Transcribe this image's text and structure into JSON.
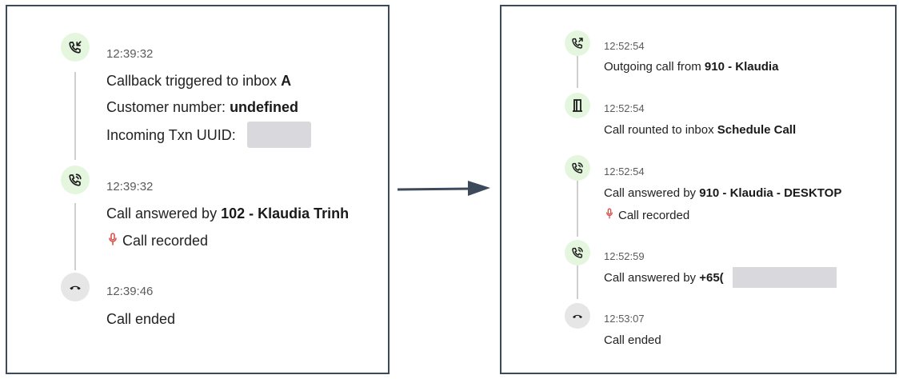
{
  "left": {
    "events": [
      {
        "time": "12:39:32",
        "icon": "incoming-call-icon",
        "lines": [
          {
            "prefix": "Callback triggered to inbox ",
            "bold": "A"
          },
          {
            "prefix": "Customer number: ",
            "bold": "undefined"
          },
          {
            "prefix": "Incoming Txn UUID:",
            "bold": ""
          }
        ]
      },
      {
        "time": "12:39:32",
        "icon": "call-answered-icon",
        "lines": [
          {
            "prefix": "Call answered by ",
            "bold": "102 - Klaudia Trinh"
          },
          {
            "recorded": "Call recorded"
          }
        ]
      },
      {
        "time": "12:39:46",
        "icon": "call-ended-icon",
        "lines": [
          {
            "prefix": "Call ended",
            "bold": ""
          }
        ]
      }
    ]
  },
  "right": {
    "events": [
      {
        "time": "12:52:54",
        "icon": "outgoing-call-icon",
        "lines": [
          {
            "prefix": "Outgoing call from ",
            "bold": "910 - Klaudia"
          }
        ]
      },
      {
        "time": "12:52:54",
        "icon": "door-icon",
        "lines": [
          {
            "prefix": "Call rounted to inbox ",
            "bold": "Schedule Call"
          }
        ]
      },
      {
        "time": "12:52:54",
        "icon": "call-answered-icon",
        "lines": [
          {
            "prefix": "Call answered by ",
            "bold": "910 - Klaudia - DESKTOP"
          },
          {
            "recorded": "Call recorded"
          }
        ]
      },
      {
        "time": "12:52:59",
        "icon": "call-answered-icon",
        "lines": [
          {
            "prefix": "Call answered by ",
            "bold": "+65("
          }
        ]
      },
      {
        "time": "12:53:07",
        "icon": "call-ended-icon",
        "lines": [
          {
            "prefix": "Call ended",
            "bold": ""
          }
        ]
      }
    ]
  },
  "colors": {
    "panel_border": "#3c4a5c",
    "green_icon_bg": "#e5f6df",
    "grey_icon_bg": "#e6e6e6",
    "mic": "#d9534f",
    "arrow": "#3c4a5c"
  }
}
